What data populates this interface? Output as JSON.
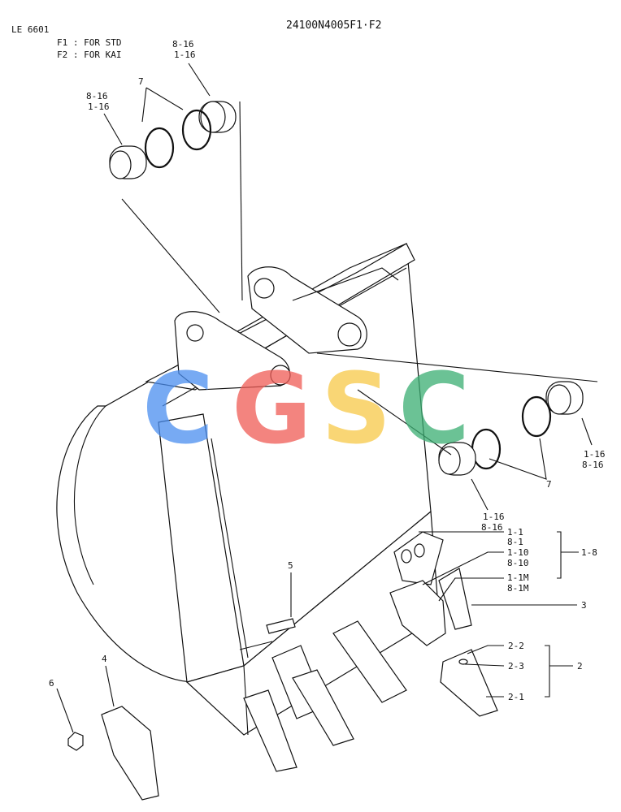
{
  "header": {
    "model_code": "LE 6601",
    "part_number": "24100N4005F1·F2",
    "variant_f1": "F1 : FOR STD",
    "variant_f2": "F2 : FOR KAI"
  },
  "watermark": {
    "letters": [
      "C",
      "G",
      "S",
      "C"
    ],
    "colors": [
      "#4a8ef0",
      "#ef5b55",
      "#f7c948",
      "#3aae72"
    ]
  },
  "callouts": {
    "upper_boss_right": [
      "8-16",
      "1-16"
    ],
    "upper_boss_left": [
      "8-16",
      "1-16"
    ],
    "upper_rings": "7",
    "right_rings": "7",
    "right_boss_outer": [
      "1-16",
      "8-16"
    ],
    "right_boss_inner": [
      "1-16",
      "8-16"
    ],
    "adapters": [
      "1-1",
      "8-1",
      "1-10",
      "8-10",
      "1-1M",
      "8-1M"
    ],
    "adapter_group": "1-8",
    "tooth": "3",
    "pin": "5",
    "side_cutter": "4",
    "nut": "6",
    "tooth_kit_items": [
      "2-2",
      "2-3",
      "2-1"
    ],
    "tooth_kit_group": "2"
  }
}
